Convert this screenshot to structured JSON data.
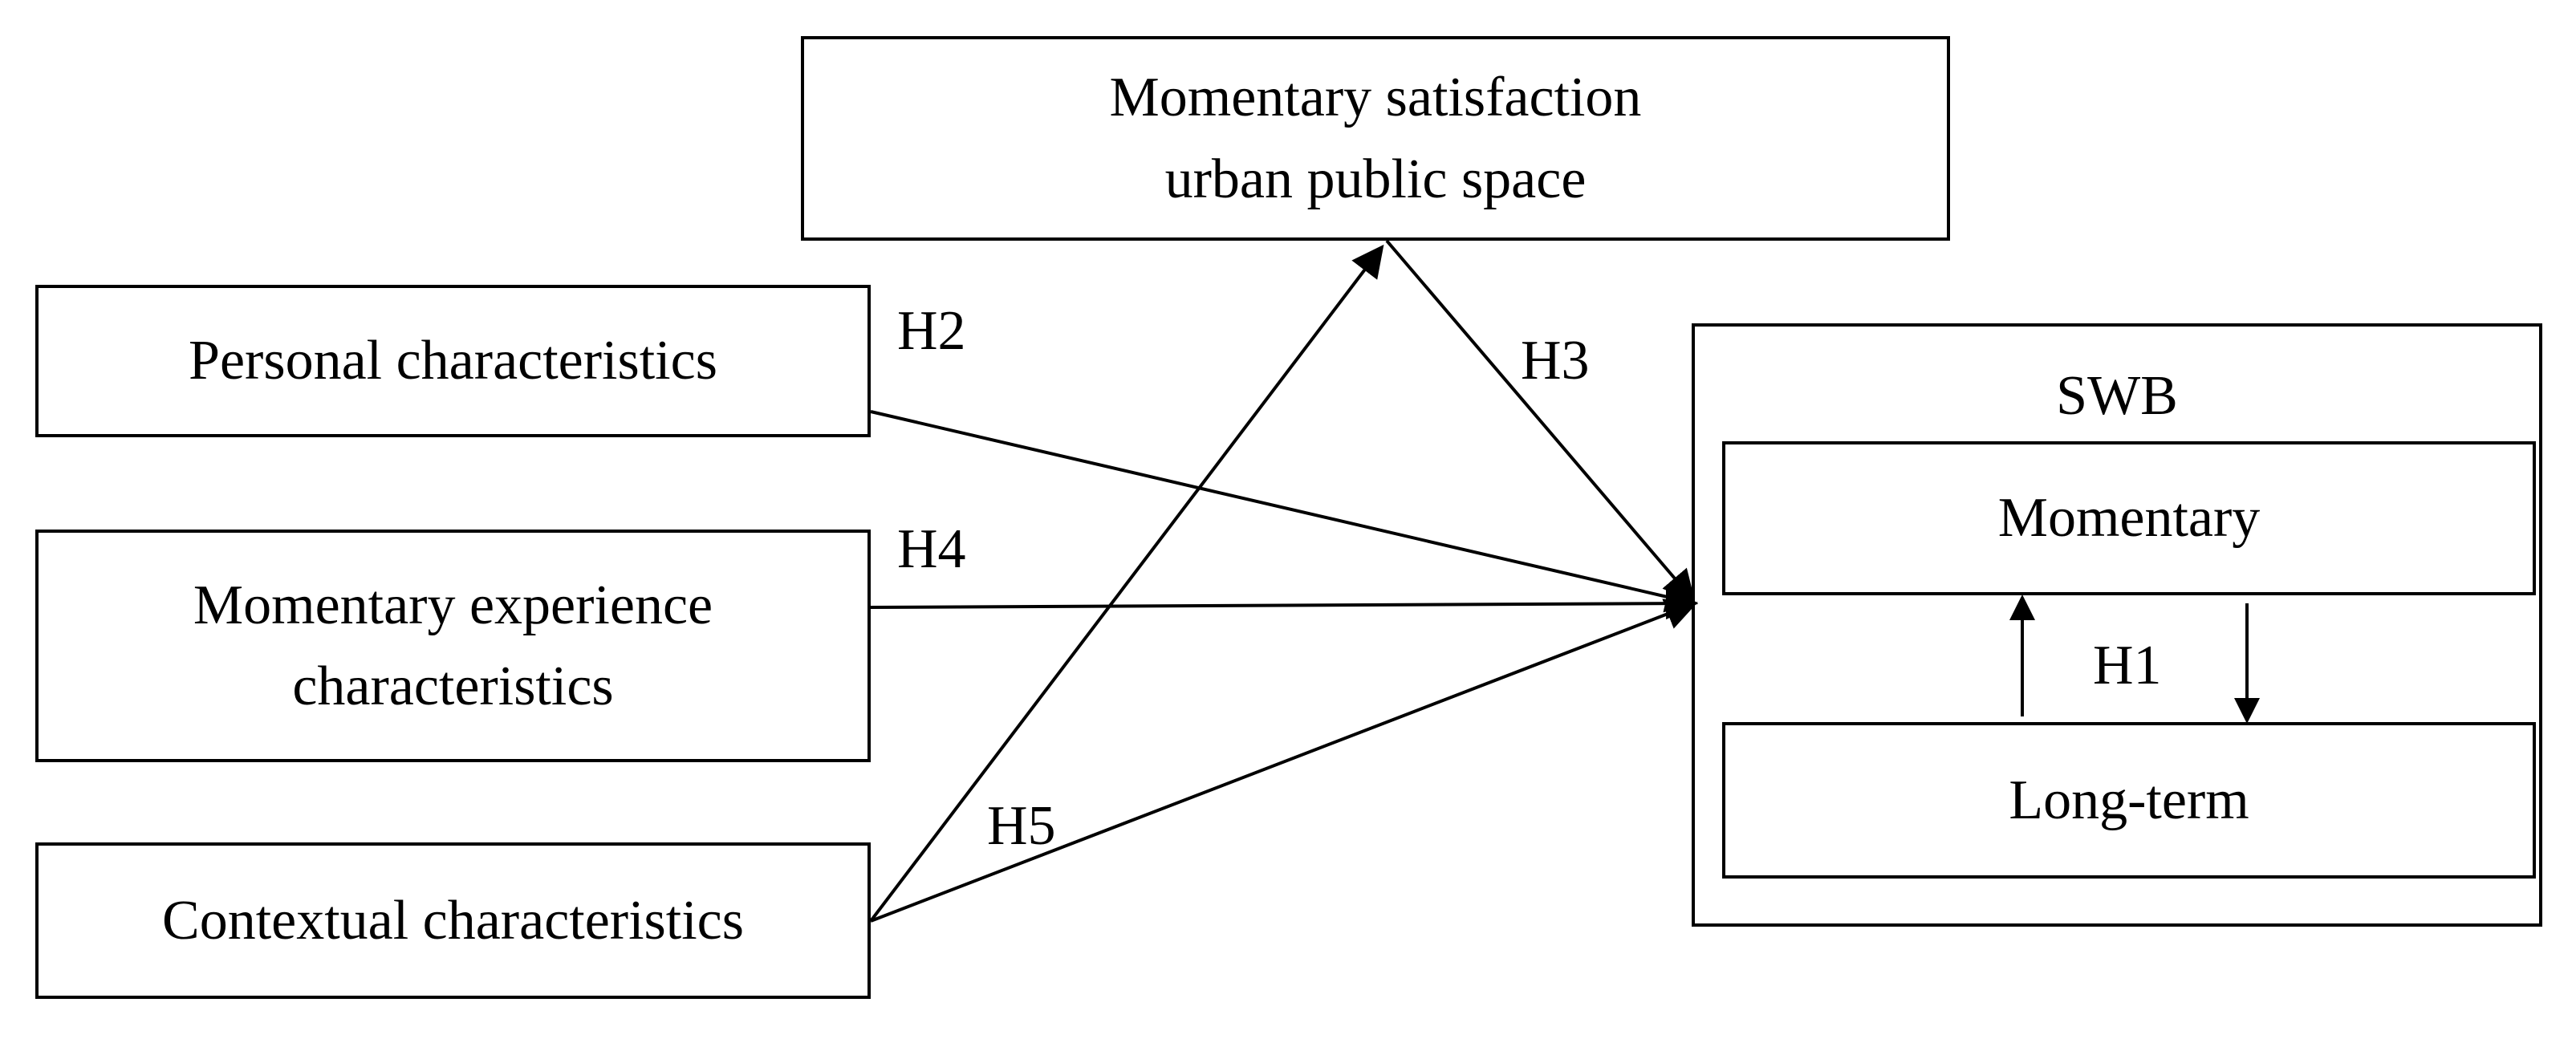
{
  "nodes": {
    "satisfaction": {
      "line1": "Momentary satisfaction",
      "line2": "urban public space"
    },
    "personal": {
      "label": "Personal characteristics"
    },
    "experience": {
      "line1": "Momentary experience",
      "line2": "characteristics"
    },
    "contextual": {
      "label": "Contextual characteristics"
    },
    "swb": {
      "title": "SWB",
      "momentary": "Momentary",
      "long_term": "Long-term"
    }
  },
  "hypotheses": {
    "h1": "H1",
    "h2": "H2",
    "h3": "H3",
    "h4": "H4",
    "h5": "H5"
  },
  "edges": [
    {
      "from": "personal",
      "to": "swb",
      "label": "H2"
    },
    {
      "from": "experience",
      "to": "swb",
      "label": "H4"
    },
    {
      "from": "contextual",
      "to": "swb",
      "label": "H5"
    },
    {
      "from": "contextual",
      "to": "satisfaction",
      "label": "H5"
    },
    {
      "from": "satisfaction",
      "to": "swb",
      "label": "H3"
    },
    {
      "from": "swb.momentary",
      "to": "swb.long_term",
      "label": "H1"
    },
    {
      "from": "swb.long_term",
      "to": "swb.momentary",
      "label": "H1"
    }
  ]
}
